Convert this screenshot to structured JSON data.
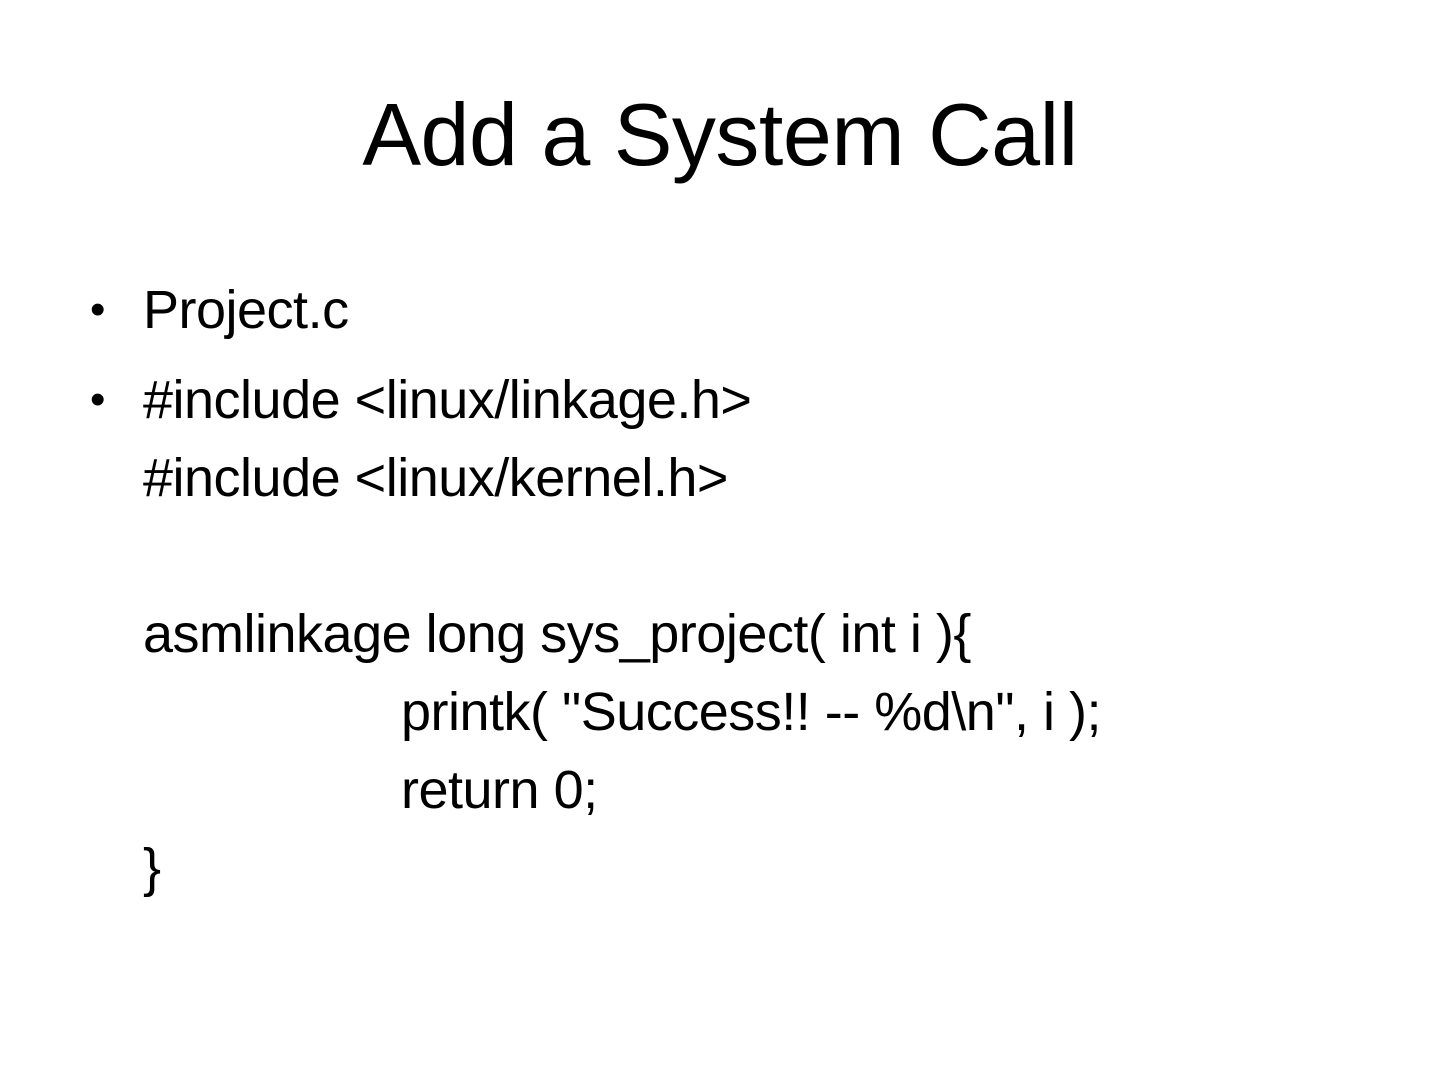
{
  "slide": {
    "title": "Add a System Call",
    "bullet_glyph": "•",
    "bullets": [
      {
        "lines": [
          {
            "text": "Project.c",
            "indent": 0
          }
        ]
      },
      {
        "lines": [
          {
            "text": "#include <linux/linkage.h>",
            "indent": 0
          },
          {
            "text": "#include <linux/kernel.h>",
            "indent": 0
          },
          {
            "text": "",
            "indent": 0
          },
          {
            "text": "asmlinkage long sys_project( int i ){",
            "indent": 0
          },
          {
            "text": "printk( \"Success!! -- %d\\n\", i );",
            "indent": 1
          },
          {
            "text": "return 0;",
            "indent": 1
          },
          {
            "text": "}",
            "indent": 0
          }
        ]
      }
    ]
  }
}
